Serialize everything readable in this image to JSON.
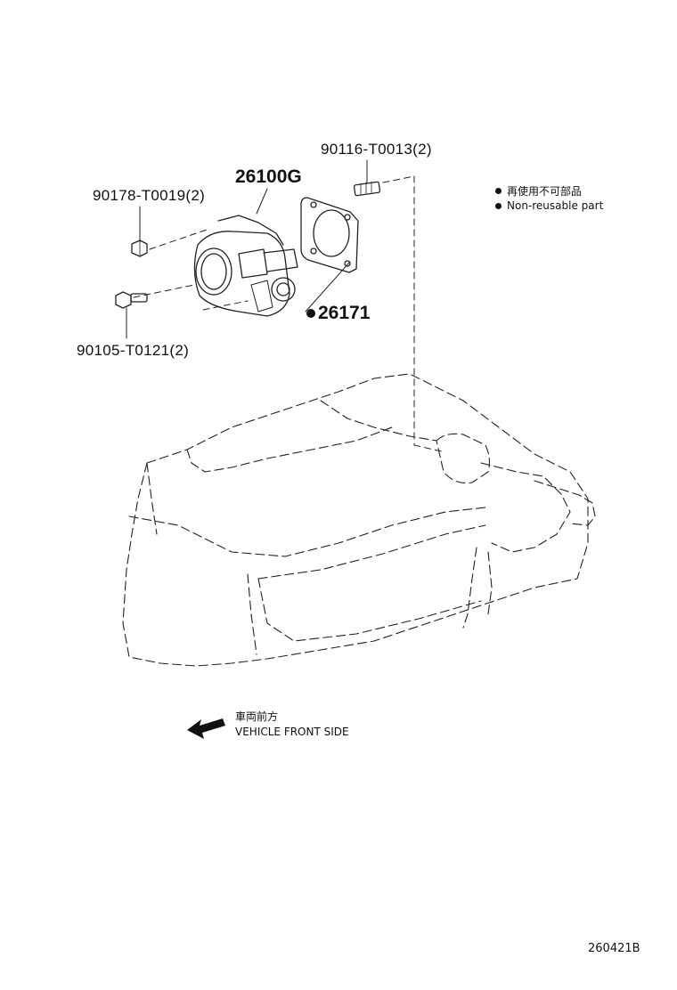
{
  "parts": [
    {
      "id": "stud",
      "label": "90116-T0013(2)"
    },
    {
      "id": "throttle-body",
      "label": "26100G"
    },
    {
      "id": "nut",
      "label": "90178-T0019(2)"
    },
    {
      "id": "gasket",
      "label": "26171",
      "non_reusable": true
    },
    {
      "id": "bolt",
      "label": "90105-T0121(2)"
    }
  ],
  "legend": {
    "jp": "再使用不可部品",
    "en": "Non-reusable part"
  },
  "direction": {
    "jp": "車両前方",
    "en": "VEHICLE FRONT SIDE"
  },
  "diagram_code": "260421B"
}
